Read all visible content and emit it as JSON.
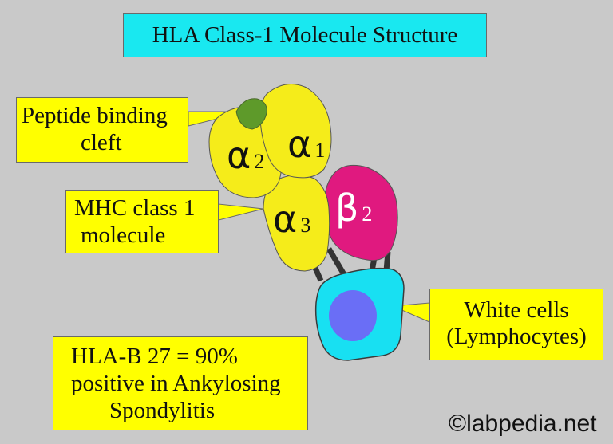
{
  "title": "HLA Class-1 Molecule Structure",
  "callouts": {
    "peptide": {
      "line1": "Peptide binding",
      "line2": "cleft"
    },
    "mhc": {
      "line1": "MHC class 1",
      "line2": "molecule"
    },
    "white_cells": {
      "line1": "White cells",
      "line2": "(Lymphocytes)"
    },
    "hla_b27": {
      "line1": "HLA-B 27 =  90%",
      "line2": "positive in Ankylosing",
      "line3": "Spondylitis"
    }
  },
  "domains": {
    "alpha1": {
      "symbol": "α",
      "index": "1"
    },
    "alpha2": {
      "symbol": "α",
      "index": "2"
    },
    "alpha3": {
      "symbol": "α",
      "index": "3"
    },
    "beta2": {
      "symbol": "β",
      "index": "2"
    }
  },
  "copyright": "©labpedia.net",
  "colors": {
    "background": "#c9c9c9",
    "title_box": "#19e8f0",
    "callout": "#ffff00",
    "alpha_domain": "#f5ec1a",
    "beta_domain": "#e0197f",
    "peptide_cleft": "#5e9a2a",
    "cell": "#18e0f2",
    "nucleus": "#6a6ef6",
    "anchor": "#333333"
  }
}
